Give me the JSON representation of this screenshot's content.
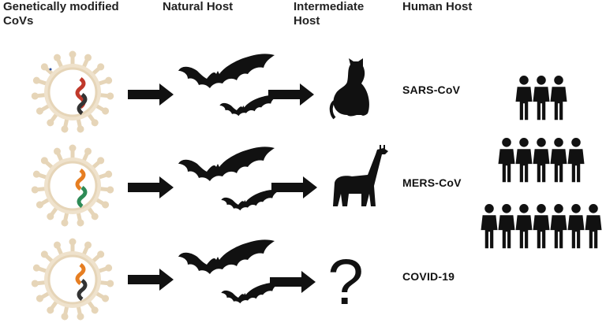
{
  "headers": {
    "col1_line1": "Genetically modified",
    "col1_line2": "CoVs",
    "col2": "Natural Host",
    "col3_line1": "Intermediate",
    "col3_line2": "Host",
    "col4": "Human Host"
  },
  "rows": [
    {
      "virus": "SARS-CoV",
      "natural_host_icon": "bat-icon",
      "intermediate_host_icon": "cat-icon",
      "genome_colors": [
        "#c0392b",
        "#333333"
      ]
    },
    {
      "virus": "MERS-CoV",
      "natural_host_icon": "bat-icon",
      "intermediate_host_icon": "giraffe-icon",
      "genome_colors": [
        "#e67e22",
        "#2e8b57"
      ]
    },
    {
      "virus": "COVID-19",
      "natural_host_icon": "bat-icon",
      "intermediate_host_icon": "question-mark-icon",
      "genome_colors": [
        "#e67e22",
        "#333333"
      ]
    }
  ],
  "unknown_symbol": "?",
  "human_group": {
    "icon": "person-icon",
    "rows_of_people": [
      3,
      5,
      7
    ]
  },
  "colors": {
    "virus_spike": "#e6d5b8",
    "virus_body": "#f3ebdc",
    "icon_fill": "#111111"
  }
}
